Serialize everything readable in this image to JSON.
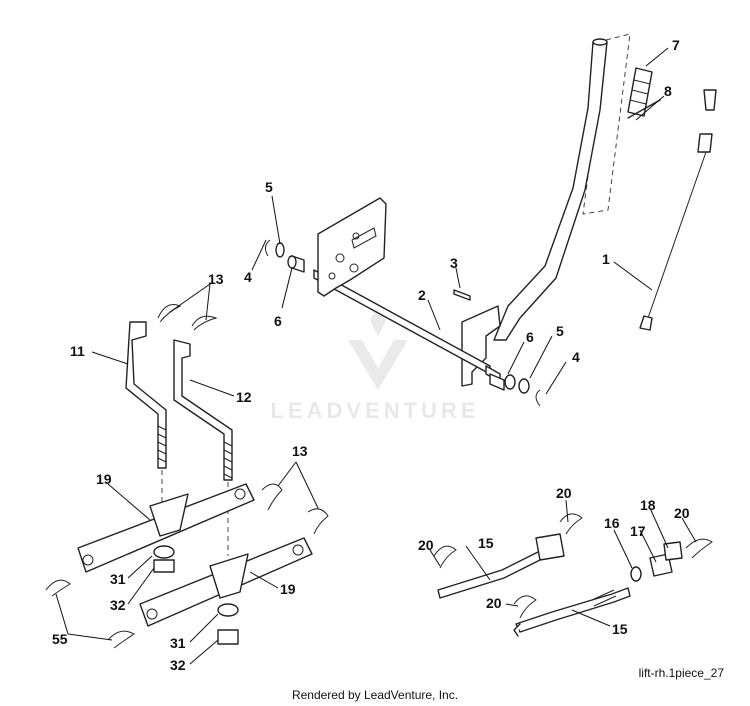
{
  "diagram": {
    "watermark_brand": "LEADVENTURE",
    "diagram_code": "lift-rh.1piece_27",
    "footer_credit": "Rendered by LeadVenture, Inc.",
    "callouts": {
      "c1": "1",
      "c2": "2",
      "c3": "3",
      "c4a": "4",
      "c4b": "4",
      "c5a": "5",
      "c5b": "5",
      "c6a": "6",
      "c6b": "6",
      "c7": "7",
      "c8": "8",
      "c11": "11",
      "c12": "12",
      "c13a": "13",
      "c13b": "13",
      "c15a": "15",
      "c15b": "15",
      "c16": "16",
      "c17": "17",
      "c18": "18",
      "c19a": "19",
      "c19b": "19",
      "c20a": "20",
      "c20b": "20",
      "c20c": "20",
      "c20d": "20",
      "c31a": "31",
      "c31b": "31",
      "c32a": "32",
      "c32b": "32",
      "c55": "55"
    }
  }
}
